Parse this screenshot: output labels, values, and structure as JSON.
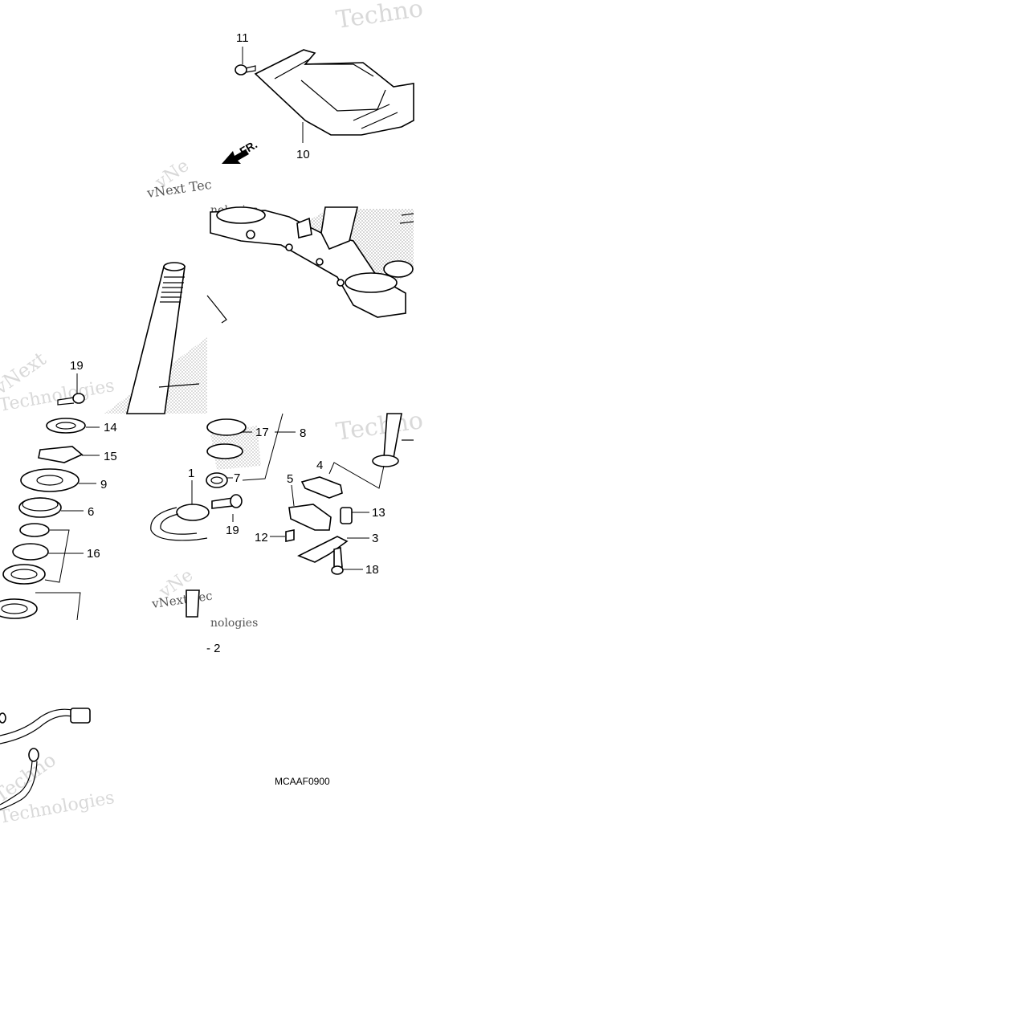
{
  "diagram": {
    "callouts": [
      "11",
      "10",
      "19",
      "14",
      "15",
      "9",
      "6",
      "16",
      "17",
      "8",
      "7",
      "1",
      "19",
      "4",
      "5",
      "13",
      "12",
      "3",
      "18"
    ],
    "front_label": "FR.",
    "page_suffix": "- 2",
    "figure_code": "MCAAF0900",
    "watermarks": [
      "Techno",
      "vNext Tec",
      "vNe",
      "nologies",
      "vNext",
      "Technologies",
      "Techno",
      "vNext Tec",
      "vNe",
      "nologies",
      "Techno",
      "Technologies"
    ]
  },
  "colors": {
    "ink": "#000000",
    "watermark": "#d9d9d9",
    "stipple": "#bdbdbd",
    "background": "#ffffff"
  }
}
